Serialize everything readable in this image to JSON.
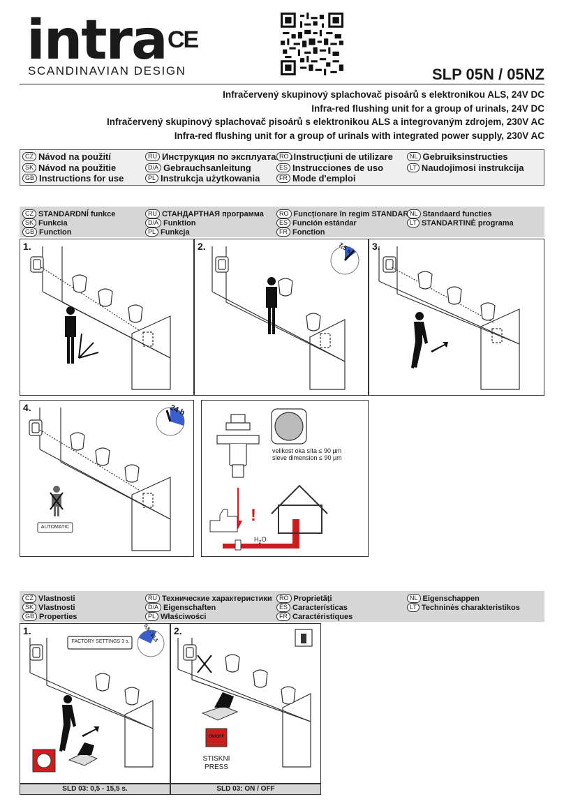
{
  "brand": {
    "logo": "intra",
    "ce": "CE",
    "tagline": "SCANDINAVIAN DESIGN"
  },
  "model": "SLP 05N / 05NZ",
  "subtitles": [
    "Infračervený skupinový splachovač pisoárů s elektronikou ALS, 24V DC",
    "Infra-red flushing unit for a group of urinals, 24V DC",
    "Infračervený skupinový splachovač pisoárů s elektronikou ALS a integrovaným zdrojem, 230V AC",
    "Infra-red flushing unit for a group of urinals with integrated power supply, 230V AC"
  ],
  "manuals": [
    {
      "code": "CZ",
      "label": "Návod na použití"
    },
    {
      "code": "RU",
      "label": "Инструкция по эксплуатации"
    },
    {
      "code": "RO",
      "label": "Instrucțiuni de utilizare"
    },
    {
      "code": "NL",
      "label": "Gebruiksinstructies"
    },
    {
      "code": "SK",
      "label": "Návod na použitie"
    },
    {
      "code": "D/A",
      "label": "Gebrauchsanleitung"
    },
    {
      "code": "ES",
      "label": "Instrucciones de uso"
    },
    {
      "code": "LT",
      "label": "Naudojimosi instrukcija"
    },
    {
      "code": "GB",
      "label": "Instructions for use"
    },
    {
      "code": "PL",
      "label": "Instrukcja użytkowania"
    },
    {
      "code": "FR",
      "label": "Mode d'emploi"
    }
  ],
  "standard": [
    {
      "code": "CZ",
      "label": "STANDARDNÍ funkce"
    },
    {
      "code": "RU",
      "label": "СТАНДАРТНАЯ программа"
    },
    {
      "code": "RO",
      "label": "Funcționare în regim STANDARD"
    },
    {
      "code": "NL",
      "label": "Standaard functies"
    },
    {
      "code": "SK",
      "label": "Funkcia"
    },
    {
      "code": "D/A",
      "label": "Funktion"
    },
    {
      "code": "ES",
      "label": "Función estándar"
    },
    {
      "code": "LT",
      "label": "STANDARTINĖ programa"
    },
    {
      "code": "GB",
      "label": "Function"
    },
    {
      "code": "PL",
      "label": "Funkcja"
    },
    {
      "code": "FR",
      "label": "Fonction"
    }
  ],
  "properties": [
    {
      "code": "CZ",
      "label": "Vlastnosti"
    },
    {
      "code": "RU",
      "label": "Технические характеристики"
    },
    {
      "code": "RO",
      "label": "Proprietăți"
    },
    {
      "code": "NL",
      "label": "Eigenschappen"
    },
    {
      "code": "SK",
      "label": "Vlastnosti"
    },
    {
      "code": "D/A",
      "label": "Eigenschaften"
    },
    {
      "code": "ES",
      "label": "Características"
    },
    {
      "code": "LT",
      "label": "Techninės charakteristikos"
    },
    {
      "code": "GB",
      "label": "Properties"
    },
    {
      "code": "PL",
      "label": "Właściwości"
    },
    {
      "code": "FR",
      "label": "Caractéristiques"
    }
  ],
  "steps": {
    "s1": "1.",
    "s2": "2.",
    "s3": "3.",
    "s4": "4.",
    "p1": "1.",
    "p2": "2."
  },
  "timers": {
    "t1": "7,5 s.",
    "t2": "24 h",
    "t3": "0,5 - 15,5"
  },
  "labels": {
    "automatic": "AUTOMATIC",
    "factory": "FACTORY SETTINGS 3 s.",
    "sieve_cz": "velikost oka síta ≤ 90 µm",
    "sieve_en": "sieve dimension ≤ 90 µm",
    "h2o": "H",
    "h2o_sub": "2",
    "h2o_end": "O",
    "onoff": "ON/OFF",
    "press_cz": "STISKNI",
    "press_en": "PRESS"
  },
  "captions": {
    "c1": "SLD 03: 0,5 - 15,5 s.",
    "c2": "SLD 03: ON / OFF"
  }
}
